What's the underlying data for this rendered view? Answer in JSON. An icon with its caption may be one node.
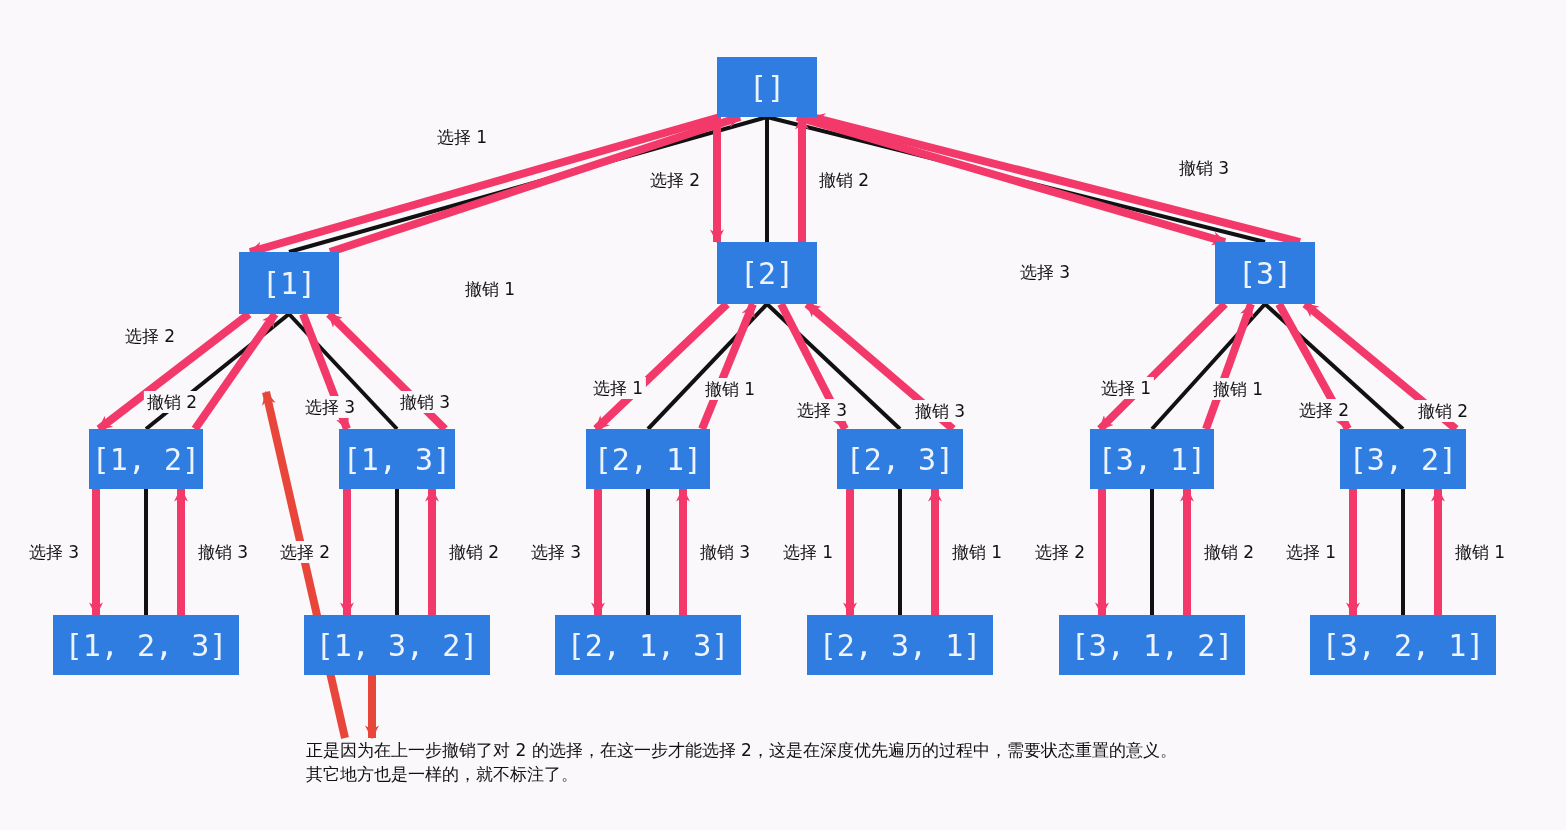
{
  "diagram": {
    "nodes": [
      {
        "text": [
          "[]"
        ]
      },
      {
        "text": [
          "[1]"
        ]
      },
      {
        "text": [
          "[2]"
        ]
      },
      {
        "text": [
          "[3]"
        ]
      },
      {
        "text": [
          "[1, 2]"
        ]
      },
      {
        "text": [
          "[1, 3]"
        ]
      },
      {
        "text": [
          "[2, 1]"
        ]
      },
      {
        "text": [
          "[2, 3]"
        ]
      },
      {
        "text": [
          "[3, 1]"
        ]
      },
      {
        "text": [
          "[3, 2]"
        ]
      },
      {
        "text": [
          "[1, 2, 3]"
        ]
      },
      {
        "text": [
          "[1, 3, 2]"
        ]
      },
      {
        "text": [
          "[2, 1, 3]"
        ]
      },
      {
        "text": [
          "[2, 3, 1]"
        ]
      },
      {
        "text": [
          "[3, 1, 2]"
        ]
      },
      {
        "text": [
          "[3, 2, 1]"
        ]
      },
      {
        "text": [
          "正是因为在上一步撤销了对 2 的选择，在这一步才能选择 2，这是在深度优先遍历的过程中，需要状态重置的意义。",
          "其它地方也是一样的，就不标注了。"
        ]
      }
    ],
    "edges": [
      {
        "from": 0,
        "to": 1,
        "arrow": "none",
        "color": "#111111"
      },
      {
        "from": 0,
        "to": 2,
        "arrow": "none",
        "color": "#111111"
      },
      {
        "from": 0,
        "to": 3,
        "arrow": "none",
        "color": "#111111"
      },
      {
        "from": 1,
        "to": 4,
        "arrow": "none",
        "color": "#111111"
      },
      {
        "from": 1,
        "to": 5,
        "arrow": "none",
        "color": "#111111"
      },
      {
        "from": 2,
        "to": 6,
        "arrow": "none",
        "color": "#111111"
      },
      {
        "from": 2,
        "to": 7,
        "arrow": "none",
        "color": "#111111"
      },
      {
        "from": 3,
        "to": 8,
        "arrow": "none",
        "color": "#111111"
      },
      {
        "from": 3,
        "to": 9,
        "arrow": "none",
        "color": "#111111"
      },
      {
        "from": 4,
        "to": 10,
        "arrow": "none",
        "color": "#111111"
      },
      {
        "from": 5,
        "to": 11,
        "arrow": "none",
        "color": "#111111"
      },
      {
        "from": 6,
        "to": 12,
        "arrow": "none",
        "color": "#111111"
      },
      {
        "from": 7,
        "to": 13,
        "arrow": "none",
        "color": "#111111"
      },
      {
        "from": 8,
        "to": 14,
        "arrow": "none",
        "color": "#111111"
      },
      {
        "from": 9,
        "to": 15,
        "arrow": "none",
        "color": "#111111"
      },
      {
        "from": 0,
        "to": 1,
        "arrow": "to",
        "label": "选择 1"
      },
      {
        "from": 1,
        "to": 0,
        "arrow": "to",
        "label": "撤销 1"
      },
      {
        "from": 0,
        "to": 2,
        "arrow": "to",
        "label": "选择 2"
      },
      {
        "from": 2,
        "to": 0,
        "arrow": "to",
        "label": "撤销 2"
      },
      {
        "from": 0,
        "to": 3,
        "arrow": "to",
        "label": "选择 3"
      },
      {
        "from": 3,
        "to": 0,
        "arrow": "to",
        "label": "撤销 3"
      },
      {
        "from": 1,
        "to": 4,
        "arrow": "to",
        "label": "选择 2"
      },
      {
        "from": 4,
        "to": 1,
        "arrow": "to",
        "label": "撤销 2"
      },
      {
        "from": 1,
        "to": 5,
        "arrow": "to",
        "label": "选择 3"
      },
      {
        "from": 5,
        "to": 1,
        "arrow": "to",
        "label": "撤销 3"
      },
      {
        "from": 2,
        "to": 6,
        "arrow": "to",
        "label": "选择 1"
      },
      {
        "from": 6,
        "to": 2,
        "arrow": "to",
        "label": "撤销 1"
      },
      {
        "from": 2,
        "to": 7,
        "arrow": "to",
        "label": "选择 3"
      },
      {
        "from": 7,
        "to": 2,
        "arrow": "to",
        "label": "撤销 3"
      },
      {
        "from": 3,
        "to": 8,
        "arrow": "to",
        "label": "选择 1"
      },
      {
        "from": 8,
        "to": 3,
        "arrow": "to",
        "label": "撤销 1"
      },
      {
        "from": 3,
        "to": 9,
        "arrow": "to",
        "label": "选择 2"
      },
      {
        "from": 9,
        "to": 3,
        "arrow": "to",
        "label": "撤销 2"
      },
      {
        "from": 4,
        "to": 10,
        "arrow": "to",
        "label": "选择 3"
      },
      {
        "from": 10,
        "to": 4,
        "arrow": "to",
        "label": "撤销 3"
      },
      {
        "from": 5,
        "to": 11,
        "arrow": "to",
        "label": "选择 2"
      },
      {
        "from": 11,
        "to": 5,
        "arrow": "to",
        "label": "撤销 2"
      },
      {
        "from": 6,
        "to": 12,
        "arrow": "to",
        "label": "选择 3"
      },
      {
        "from": 12,
        "to": 6,
        "arrow": "to",
        "label": "撤销 3"
      },
      {
        "from": 7,
        "to": 13,
        "arrow": "to",
        "label": "选择 1"
      },
      {
        "from": 13,
        "to": 7,
        "arrow": "to",
        "label": "撤销 1"
      },
      {
        "from": 8,
        "to": 14,
        "arrow": "to",
        "label": "选择 2"
      },
      {
        "from": 14,
        "to": 8,
        "arrow": "to",
        "label": "撤销 2"
      },
      {
        "from": 9,
        "to": 15,
        "arrow": "to",
        "label": "选择 1"
      },
      {
        "from": 15,
        "to": 9,
        "arrow": "to",
        "label": "撤销 1"
      },
      {
        "from": 16,
        "to": null,
        "arrow": "to",
        "color": "#e8463a"
      },
      {
        "from": 11,
        "to": 16,
        "arrow": "to",
        "color": "#e8463a"
      }
    ]
  }
}
